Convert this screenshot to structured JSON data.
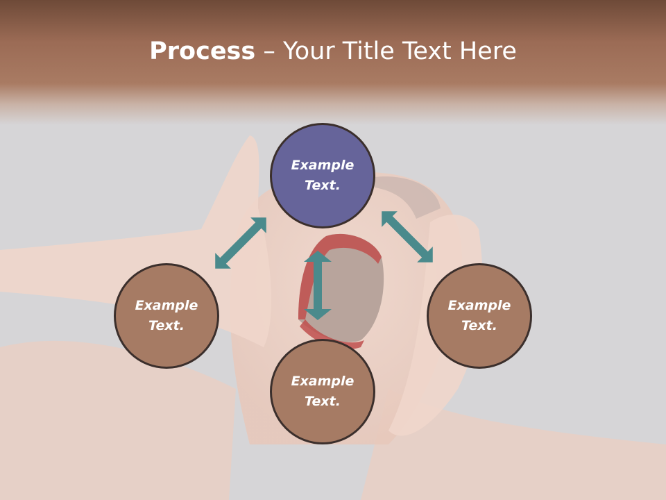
{
  "slide": {
    "title_bold": "Process",
    "title_rest": " – Your Title Text Here"
  },
  "colors": {
    "header": "#9b6b55",
    "node_brown": "#a67b64",
    "node_purple": "#66649a",
    "arrow": "#4a8a8c",
    "node_border": "#3b2f2c"
  },
  "nodes": [
    {
      "id": "top",
      "text": "Example Text."
    },
    {
      "id": "left",
      "text": "Example Text."
    },
    {
      "id": "right",
      "text": "Example Text."
    },
    {
      "id": "bottom",
      "text": "Example Text."
    }
  ]
}
